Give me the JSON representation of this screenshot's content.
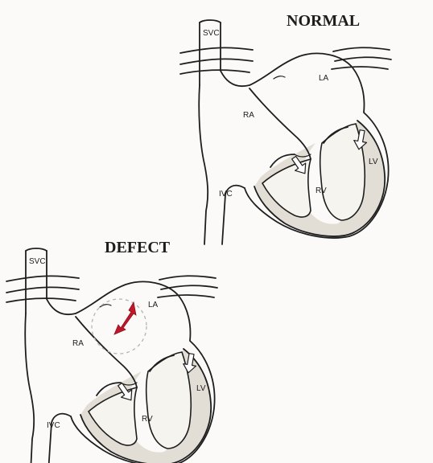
{
  "titles": {
    "normal": "NORMAL",
    "defect": "DEFECT"
  },
  "labels": {
    "svc": "SVC",
    "ivc": "IVC",
    "ra": "RA",
    "la": "LA",
    "rv": "RV",
    "lv": "LV"
  },
  "colors": {
    "ink": "#1e1e1e",
    "wall_fill": "#e2ded6",
    "defect_arrow": "#c0172b",
    "defect_circle": "#b8b3ab"
  }
}
